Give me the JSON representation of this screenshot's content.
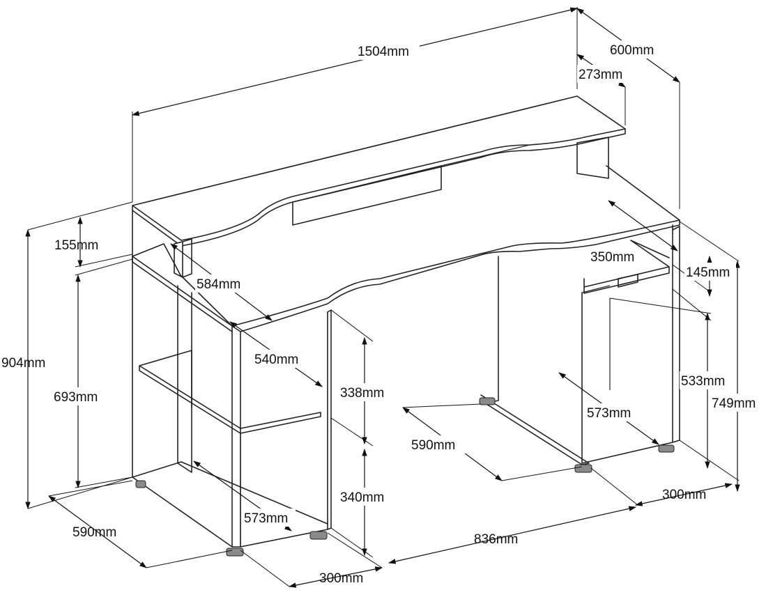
{
  "diagram": {
    "dimensions": {
      "overall_width": "1504mm",
      "overall_depth": "600mm",
      "shelf_depth": "273mm",
      "shelf_height": "155mm",
      "total_height": "904mm",
      "desk_height_left": "693mm",
      "shelf_inner_depth": "584mm",
      "cabinet_depth": "540mm",
      "upper_compartment": "338mm",
      "lower_compartment": "340mm",
      "left_base_inner": "573mm",
      "left_base_depth": "590mm",
      "left_cabinet_width": "300mm",
      "leg_gap": "836mm",
      "right_base_depth": "590mm",
      "right_base_inner": "573mm",
      "right_cabinet_width": "300mm",
      "keyboard_tray_depth": "350mm",
      "keyboard_tray_height": "145mm",
      "right_under_height": "533mm",
      "right_total_height": "749mm"
    }
  }
}
